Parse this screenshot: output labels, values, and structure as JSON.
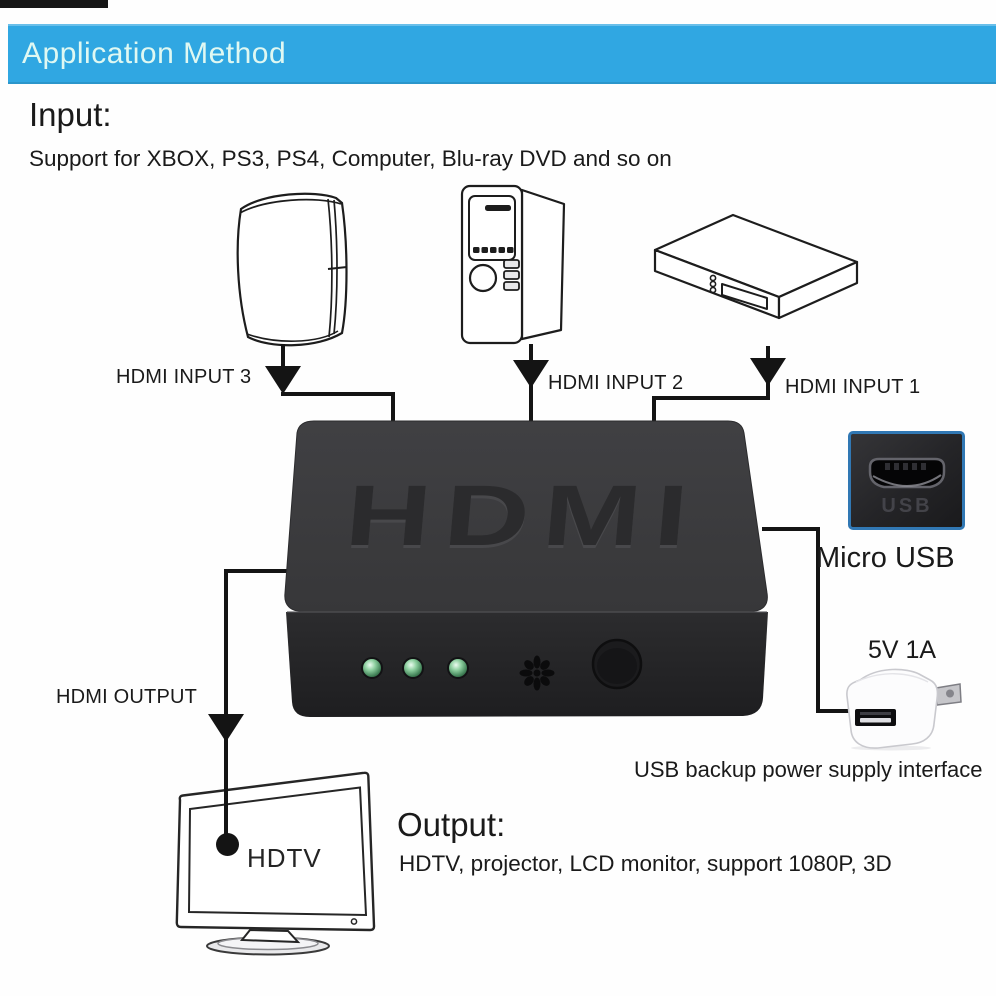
{
  "banner": {
    "title": "Application Method"
  },
  "input": {
    "heading": "Input:",
    "support_text": "Support for XBOX, PS3, PS4, Computer, Blu-ray DVD and so on",
    "label_input3": "HDMI INPUT 3",
    "label_input2": "HDMI INPUT 2",
    "label_input1": "HDMI INPUT 1",
    "devices": [
      "ps3-game-console",
      "computer-tower",
      "blu-ray-dvd-player"
    ]
  },
  "switch_box": {
    "emboss_text": "HDMI",
    "led_count": "3"
  },
  "micro_usb": {
    "port_label": "USB",
    "caption": "Micro USB"
  },
  "power": {
    "rating": "5V 1A",
    "caption": "USB backup power supply interface"
  },
  "output": {
    "label": "HDMI OUTPUT",
    "tv_label": "HDTV",
    "heading": "Output:",
    "support_text": "HDTV, projector, LCD monitor, support 1080P, 3D"
  },
  "colors": {
    "banner_bg": "#30a7e2",
    "banner_text": "#dff8f2",
    "line": "#141414",
    "box_top": "#3a3a3c",
    "box_front": "#242426",
    "led_green": "#4e9a66",
    "micro_usb_border": "#3178b4"
  }
}
